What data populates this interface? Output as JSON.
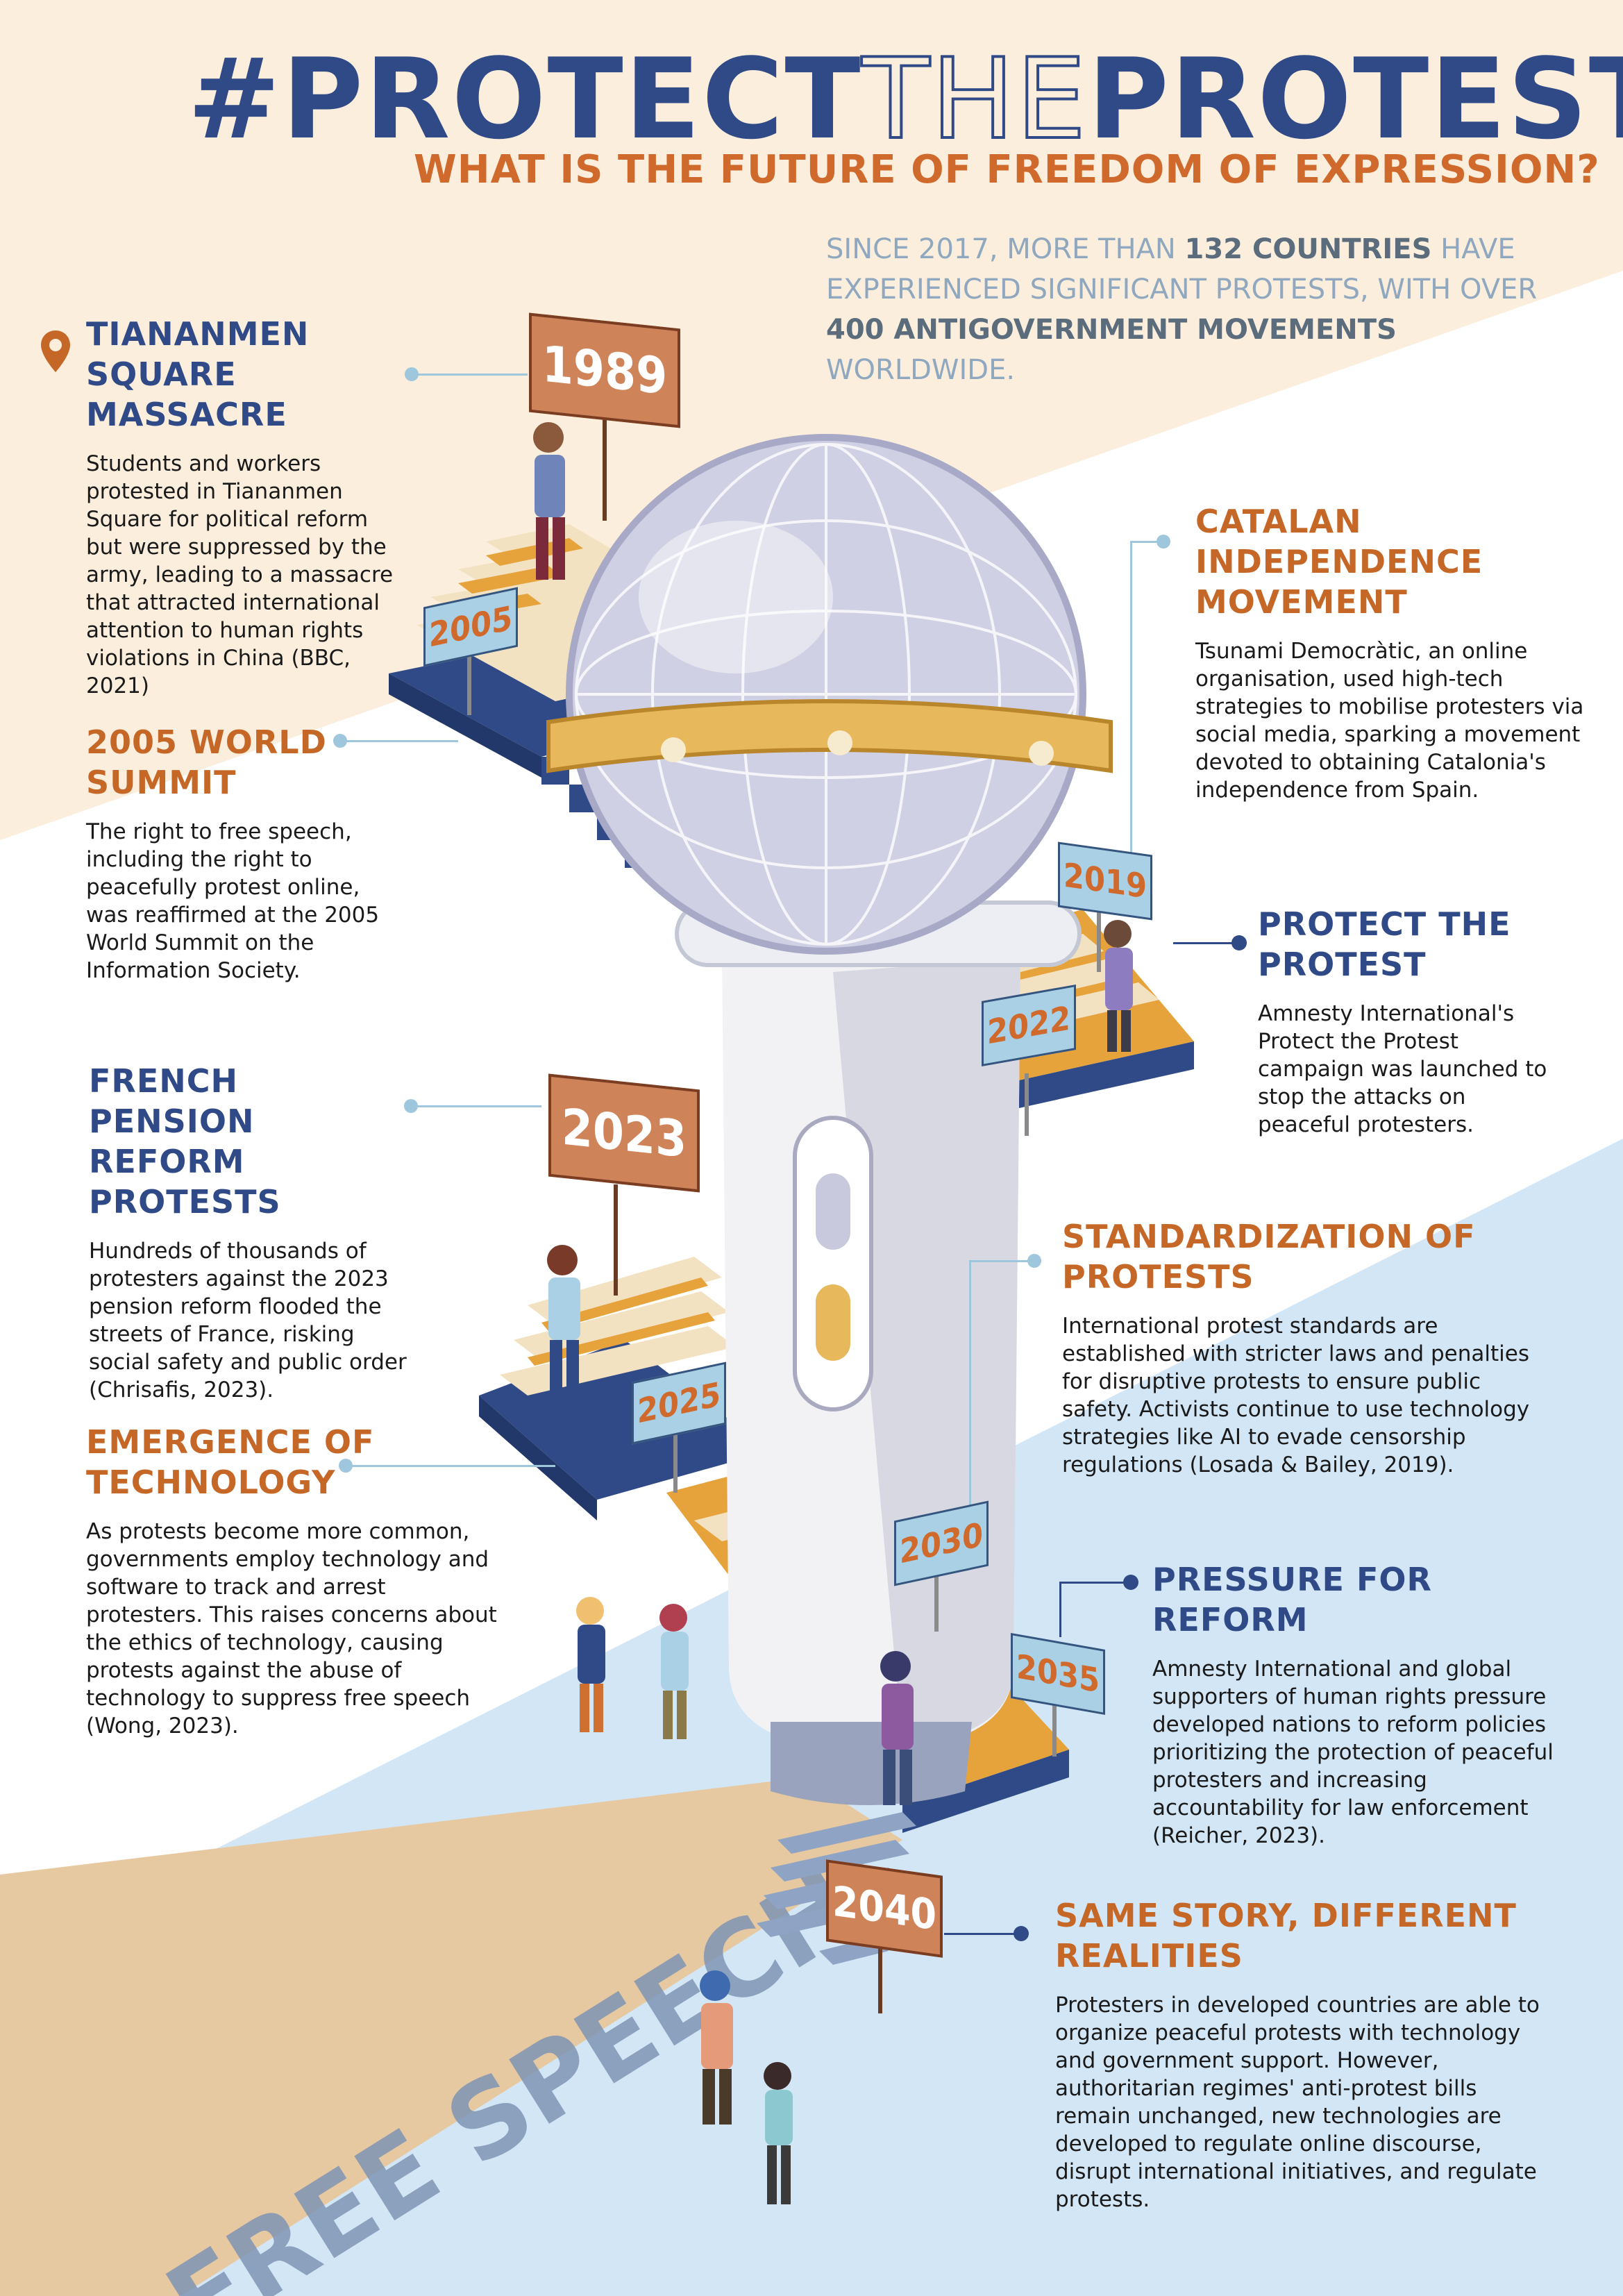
{
  "header": {
    "title_part1": "#PROTECT",
    "title_part2": "THE",
    "title_part3": "PROTEST",
    "subtitle": "WHAT IS THE FUTURE OF FREEDOM OF EXPRESSION?"
  },
  "intro": {
    "part1": "SINCE 2017, MORE THAN ",
    "num1": "132 COUNTRIES",
    "part2": " HAVE EXPERIENCED SIGNIFICANT PROTESTS, WITH OVER ",
    "num2": "400 ANTIGOVERNMENT MOVEMENTS",
    "part3": " WORLDWIDE."
  },
  "events": [
    {
      "title": "TIANANMEN SQUARE MASSACRE",
      "text": "Students and workers protested in Tiananmen Square for political reform but were suppressed by the army, leading to a massacre that attracted international attention to human rights violations in China (BBC, 2021)"
    },
    {
      "title": "2005 WORLD SUMMIT",
      "text": "The right to free speech, including the right to peacefully protest online, was reaffirmed at the 2005 World Summit on the Information Society."
    },
    {
      "title": "FRENCH PENSION REFORM PROTESTS",
      "text": "Hundreds of thousands of protesters against the 2023 pension reform flooded the streets of France, risking social safety and public order (Chrisafis, 2023)."
    },
    {
      "title": "EMERGENCE OF TECHNOLOGY",
      "text": "As protests become more common, governments employ technology and software to track and arrest protesters. This raises concerns about the ethics of technology, causing protests against the abuse of technology to suppress free speech (Wong, 2023)."
    },
    {
      "title": "CATALAN INDEPENDENCE MOVEMENT",
      "text": "Tsunami Democràtic, an online organisation, used high-tech strategies to mobilise protesters via social media, sparking a movement devoted to obtaining Catalonia's independence from Spain."
    },
    {
      "title": "PROTECT THE PROTEST",
      "text": "Amnesty International's Protect the Protest campaign was launched to stop the attacks on peaceful protesters."
    },
    {
      "title": "STANDARDIZATION OF PROTESTS",
      "text": "International protest standards are established with stricter laws and penalties for disruptive protests to ensure public safety. Activists continue to use technology strategies like AI to evade censorship regulations (Losada & Bailey, 2019)."
    },
    {
      "title": "PRESSURE FOR REFORM",
      "text": "Amnesty International and global supporters of human rights pressure developed nations to reform policies prioritizing the protection of peaceful protesters and increasing accountability for law enforcement (Reicher, 2023)."
    },
    {
      "title": "SAME STORY, DIFFERENT REALITIES",
      "text": "Protesters in developed countries are able to organize peaceful protests with technology and government support. However, authoritarian regimes' anti-protest bills remain unchanged, new technologies are developed to regulate online discourse, disrupt international initiatives, and regulate protests."
    }
  ],
  "signs": [
    "1989",
    "2005",
    "2019",
    "2022",
    "2023",
    "2025",
    "2030",
    "2035",
    "2040"
  ],
  "road_text": "FREE SPEECH",
  "icons": {
    "location": "location-pin-icon",
    "microphone": "microphone-illustration"
  },
  "colors": {
    "navy": "#2f4a86",
    "orange": "#c56726",
    "cream": "#fbeedd",
    "light_blue": "#cfe3f4",
    "accent_line": "#9ec6dd"
  }
}
